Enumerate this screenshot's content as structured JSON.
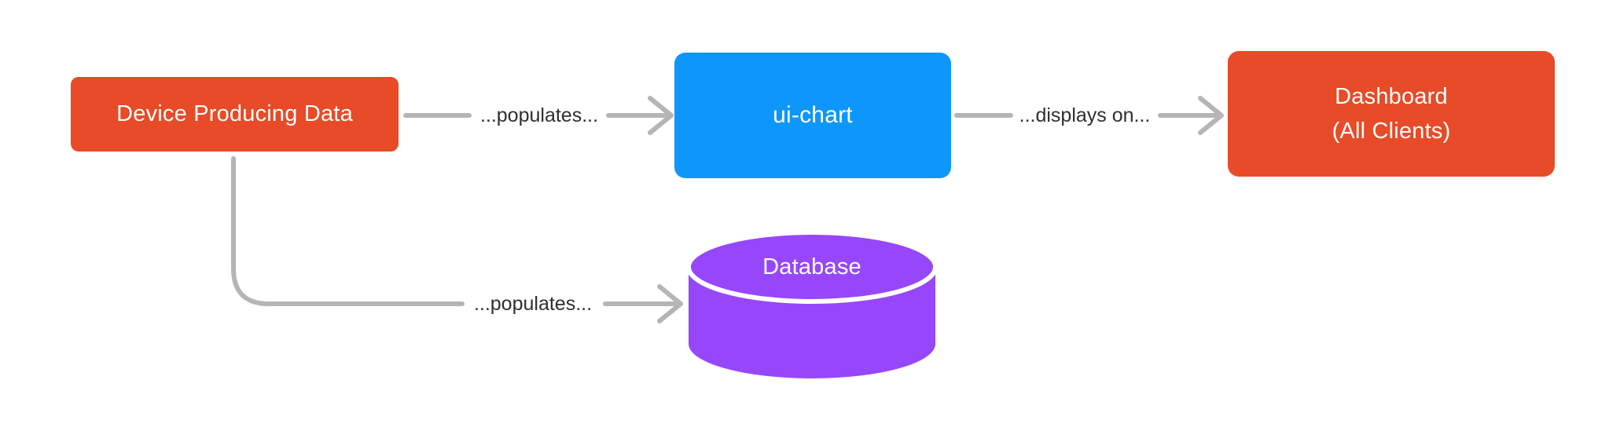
{
  "diagram": {
    "title": "data flow diagram",
    "colors": {
      "node_orange": "#E74B28",
      "node_blue": "#0E97FB",
      "node_purple": "#9747FA",
      "connector_gray": "#B5B5B5",
      "edge_label_text": "#2F2F2F",
      "node_text": "#FFFFFF",
      "background": "#FFFFFF"
    },
    "nodes": {
      "device": {
        "label": "Device Producing Data",
        "shape": "rounded-rect",
        "color": "#E74B28"
      },
      "ui_chart": {
        "label": "ui-chart",
        "shape": "rounded-rect",
        "color": "#0E97FB"
      },
      "dashboard": {
        "label_line1": "Dashboard",
        "label_line2": "(All Clients)",
        "shape": "rounded-rect",
        "color": "#E74B28"
      },
      "database": {
        "label": "Database",
        "shape": "cylinder",
        "color": "#9747FA"
      }
    },
    "edges": {
      "device_to_uichart": {
        "label": "...populates...",
        "from": "device",
        "to": "ui_chart"
      },
      "uichart_to_dashboard": {
        "label": "...displays on...",
        "from": "ui_chart",
        "to": "dashboard"
      },
      "device_to_database": {
        "label": "...populates...",
        "from": "device",
        "to": "database"
      }
    }
  }
}
